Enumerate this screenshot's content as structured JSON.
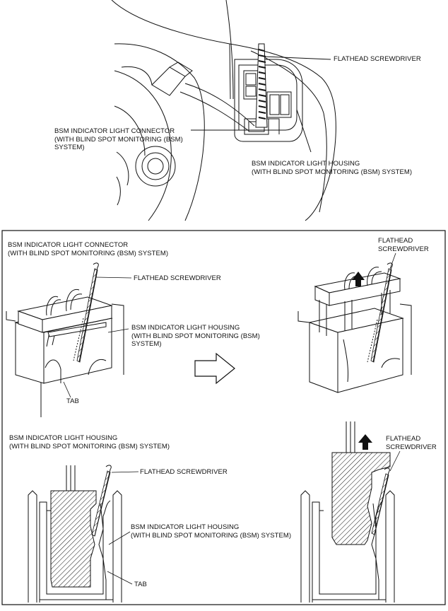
{
  "top_view": {
    "screwdriver_label": "FLATHEAD SCREWDRIVER",
    "connector_label": [
      "BSM INDICATOR LIGHT CONNECTOR",
      "(WITH BLIND SPOT MONITORING (BSM)",
      "SYSTEM)"
    ],
    "housing_label": [
      "BSM INDICATOR LIGHT HOUSING",
      "(WITH BLIND SPOT MONITORING (BSM) SYSTEM)"
    ]
  },
  "detail_panel": {
    "left_iso": {
      "connector_label": [
        "BSM INDICATOR LIGHT CONNECTOR",
        "(WITH BLIND SPOT MONITORING (BSM) SYSTEM)"
      ],
      "screwdriver_label": "FLATHEAD SCREWDRIVER",
      "housing_label": [
        "BSM INDICATOR LIGHT HOUSING",
        "(WITH BLIND SPOT MONITORING (BSM)",
        "SYSTEM)"
      ],
      "tab_label": "TAB"
    },
    "right_iso": {
      "screwdriver_label": [
        "FLATHEAD",
        "SCREWDRIVER"
      ]
    },
    "left_section": {
      "housing_top_label": [
        "BSM INDICATOR LIGHT HOUSING",
        "(WITH BLIND SPOT MONITORING (BSM) SYSTEM)"
      ],
      "screwdriver_label": "FLATHEAD SCREWDRIVER",
      "housing_side_label": [
        "BSM INDICATOR LIGHT HOUSING",
        "(WITH BLIND SPOT MONITORING (BSM) SYSTEM)"
      ],
      "tab_label": "TAB"
    },
    "right_section": {
      "screwdriver_label": [
        "FLATHEAD",
        "SCREWDRIVER"
      ]
    }
  }
}
